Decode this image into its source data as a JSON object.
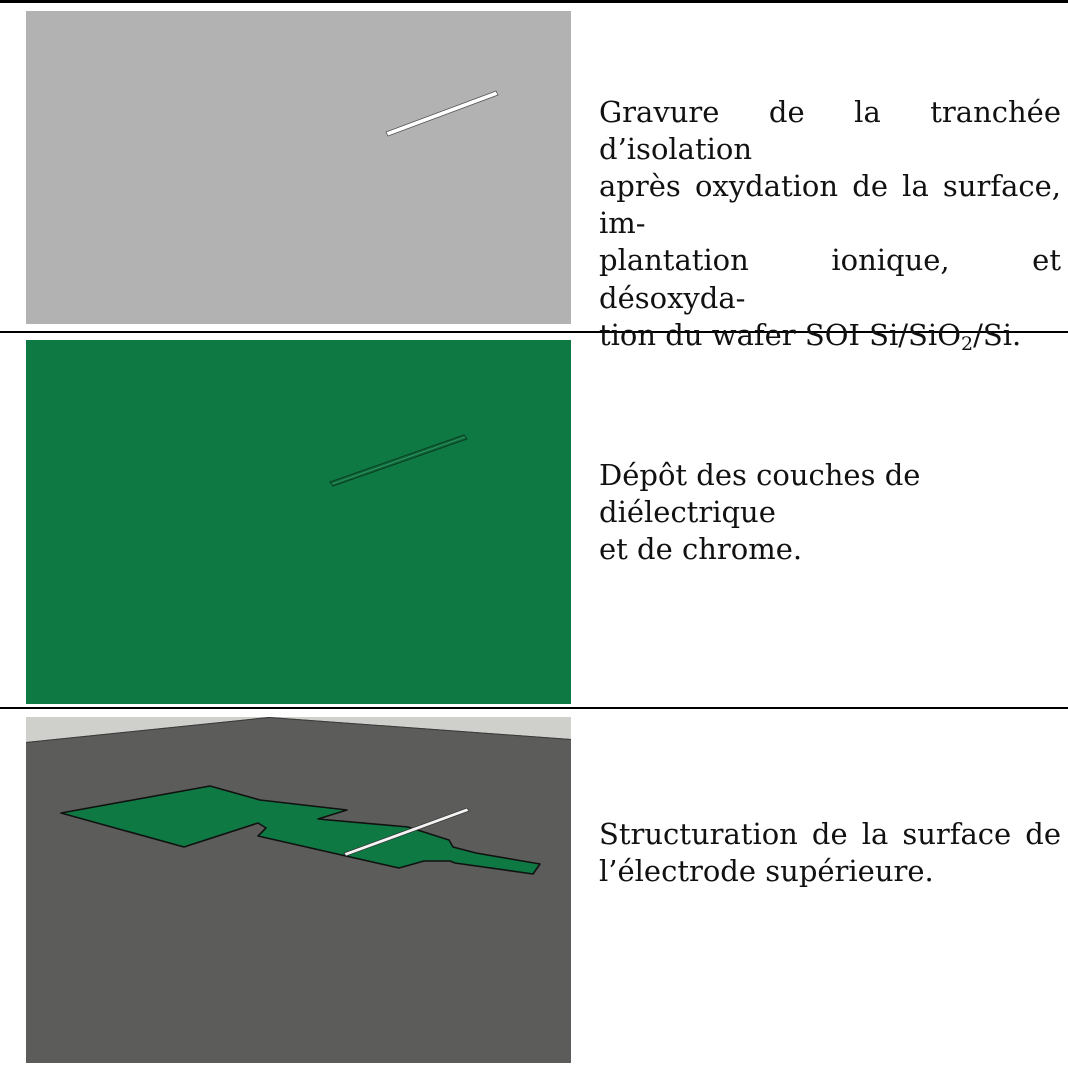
{
  "rows": [
    {
      "caption_lines": [
        "Gravure de la tranchée d’isolation",
        "après oxydation de la surface, im-",
        "plantation ionique, et désoxyda-"
      ],
      "caption_last": {
        "prefix": "tion du wafer SOI  Si/SiO",
        "sub": "2",
        "suffix": "/Si."
      },
      "image_color": "#b2b2b2"
    },
    {
      "caption_lines": [
        "Dépôt des couches de diélectrique",
        "et de chrome."
      ],
      "image_color": "#0f7943"
    },
    {
      "caption_lines": [
        "Structuration de la surface de",
        "l’électrode supérieure."
      ],
      "image_color": "#5c5c5b"
    }
  ]
}
